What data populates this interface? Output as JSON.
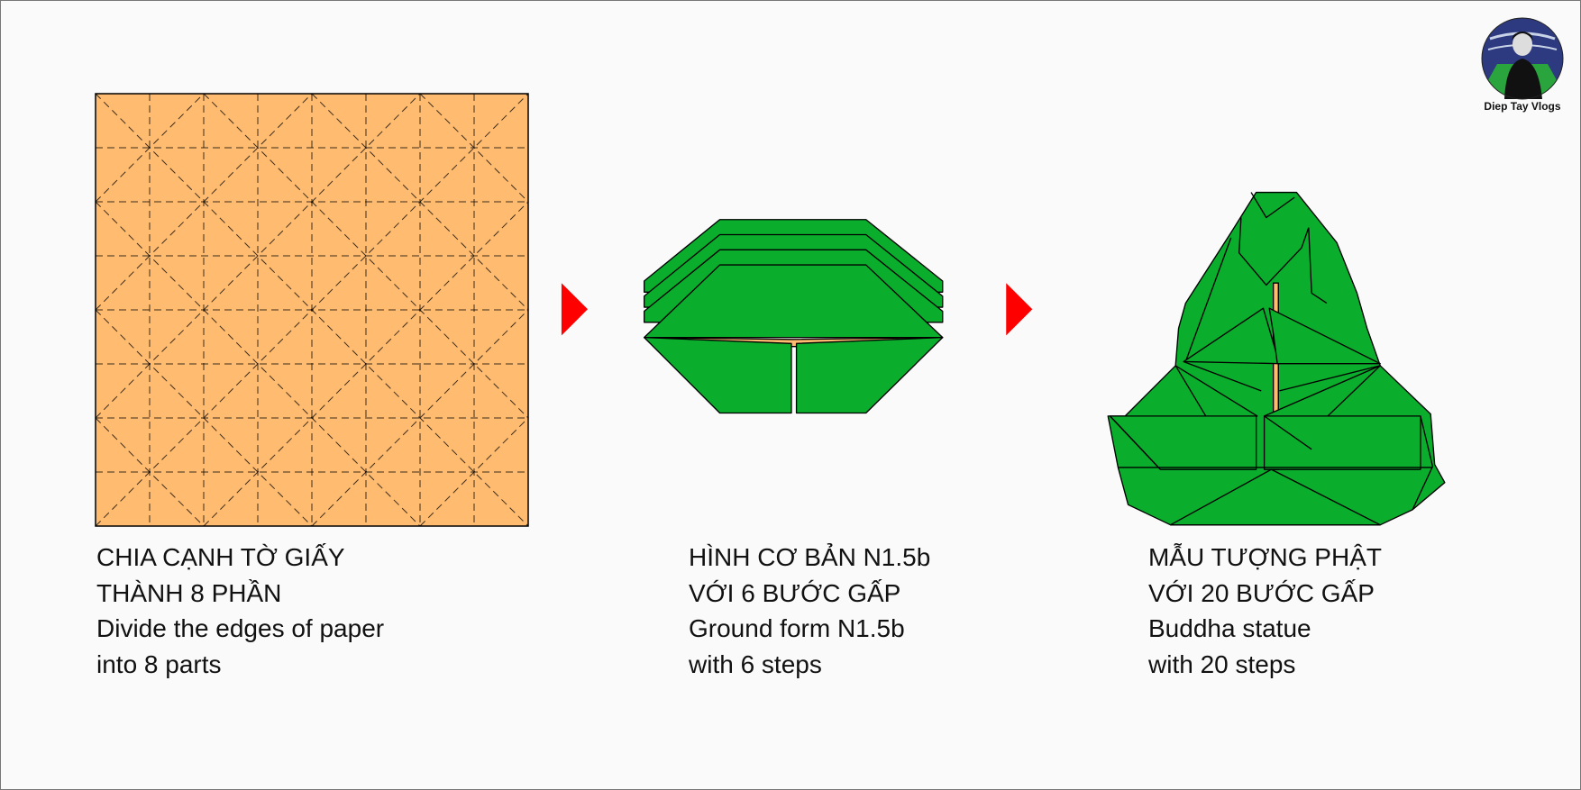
{
  "colors": {
    "paper": "#ffbb6f",
    "green": "#0aad2c",
    "arrow": "#ff0000",
    "logo_bg": "#2e3a80"
  },
  "logo": {
    "text": "Diep Tay Vlogs",
    "icon": "channel-avatar-icon"
  },
  "grid": {
    "divisions": 8
  },
  "steps": [
    {
      "lines": [
        "CHIA CẠNH TỜ GIẤY",
        "THÀNH 8 PHẦN",
        "Divide the edges of paper",
        "into 8 parts"
      ]
    },
    {
      "lines": [
        "HÌNH CƠ BẢN N1.5b",
        "VỚI 6 BƯỚC GẤP",
        "Ground form N1.5b",
        "with 6 steps"
      ]
    },
    {
      "lines": [
        "MẪU TƯỢNG PHẬT",
        "VỚI 20 BƯỚC GẤP",
        "Buddha statue",
        "with 20 steps"
      ]
    }
  ],
  "arrows": [
    "arrow-right-icon",
    "arrow-right-icon"
  ]
}
